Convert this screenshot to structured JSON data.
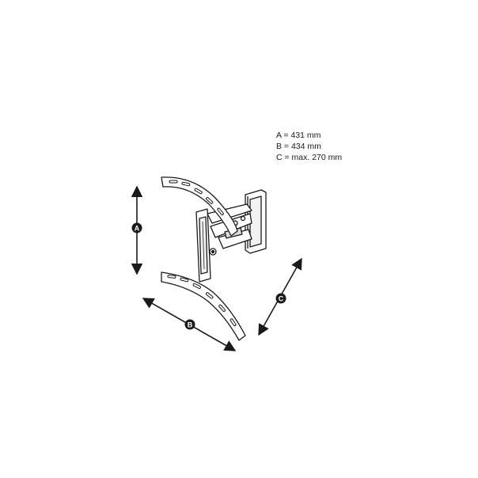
{
  "dimensions": [
    {
      "label": "A",
      "value": "A = 431 mm"
    },
    {
      "label": "B",
      "value": "B = 434 mm"
    },
    {
      "label": "C",
      "value": "C = max. 270 mm"
    }
  ],
  "colors": {
    "line": "#1a1a1a",
    "badge": "#1a1a1a",
    "badge_text": "#ffffff",
    "background": "#ffffff"
  }
}
